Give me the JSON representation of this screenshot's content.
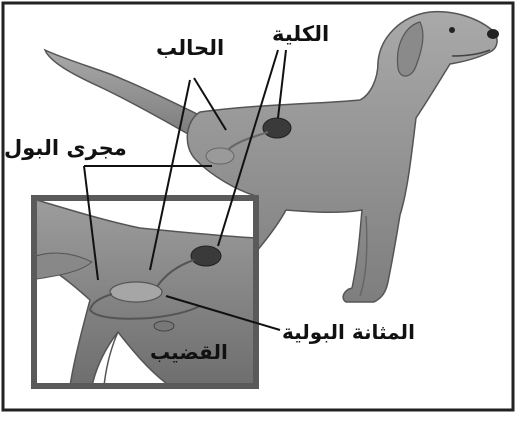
{
  "labels": {
    "kidney": "الكلية",
    "ureter": "الحالب",
    "urethra": "مجرى البول",
    "bladder": "المثانة البولية",
    "penis": "القضيب"
  },
  "colors": {
    "frame": "#222222",
    "body": "#8f8f8f",
    "organ": "#3a3a3a",
    "lines": "#111111"
  },
  "icons": [
    "dog-silhouette",
    "inset-magnified-dog"
  ]
}
